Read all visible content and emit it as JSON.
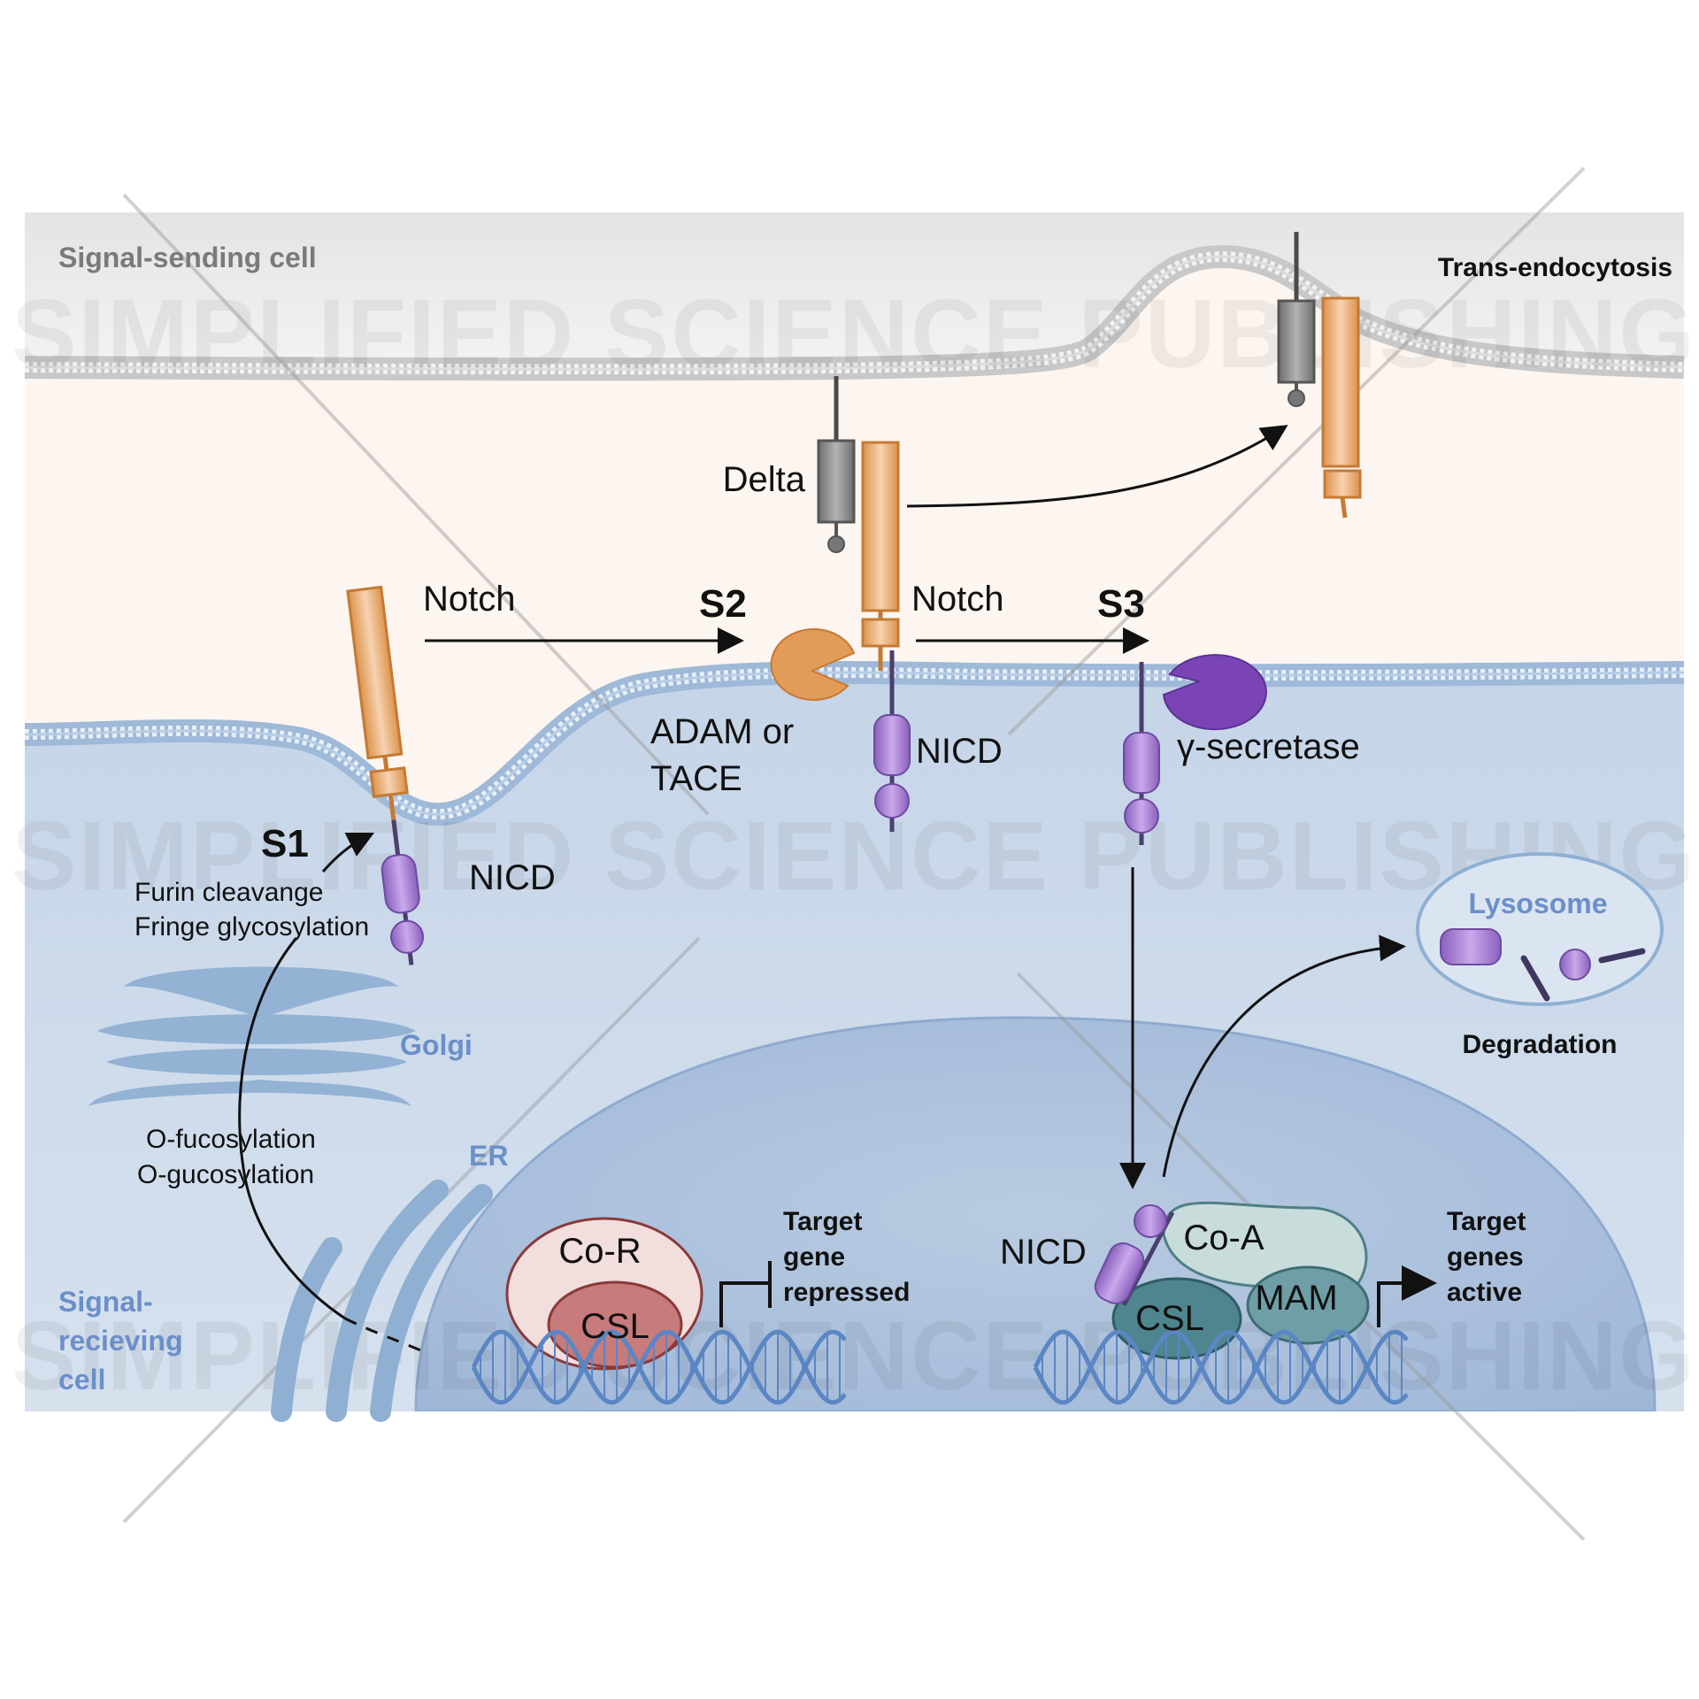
{
  "cells": {
    "sending": "Signal-sending cell",
    "receiving_lines": [
      "Signal-",
      "recieving",
      "cell"
    ]
  },
  "processes": {
    "trans_endocytosis": "Trans-endocytosis",
    "degradation": "Degradation"
  },
  "proteins": {
    "delta": "Delta",
    "notch_1": "Notch",
    "notch_2": "Notch",
    "nicd_1": "NICD",
    "nicd_2": "NICD",
    "nicd_3": "NICD",
    "adam_lines": [
      "ADAM or",
      "TACE"
    ],
    "gamma_secretase": "γ-secretase"
  },
  "steps": {
    "s1": "S1",
    "s2": "S2",
    "s3": "S3"
  },
  "modifications": {
    "furin": "Furin cleavange",
    "fringe": "Fringe glycosylation",
    "fucosylation": "O-fucosylation",
    "glucosylation": "O-gucosylation"
  },
  "organelles": {
    "golgi": "Golgi",
    "er": "ER",
    "lysosome": "Lysosome"
  },
  "complexes": {
    "co_r": "Co-R",
    "csl_repressed": "CSL",
    "co_a": "Co-A",
    "csl_active": "CSL",
    "mam": "MAM"
  },
  "outcomes": {
    "repressed_lines": [
      "Target",
      "gene",
      "repressed"
    ],
    "active_lines": [
      "Target",
      "genes",
      "active"
    ]
  },
  "watermark": "SIMPLIFIED SCIENCE PUBLISHING",
  "colors": {
    "sending_cell": "#e6e6e6",
    "intercellular": "#fdf5ef",
    "receiving_cell": "#cddbea",
    "nucleus": "#afc3dc",
    "notch_orange": "#e8a565",
    "nicd_purple": "#9b6fc8",
    "delta_grey": "#8a8a8a",
    "organelle_blue": "#8fb0d2",
    "dna_blue": "#5b86c4"
  }
}
